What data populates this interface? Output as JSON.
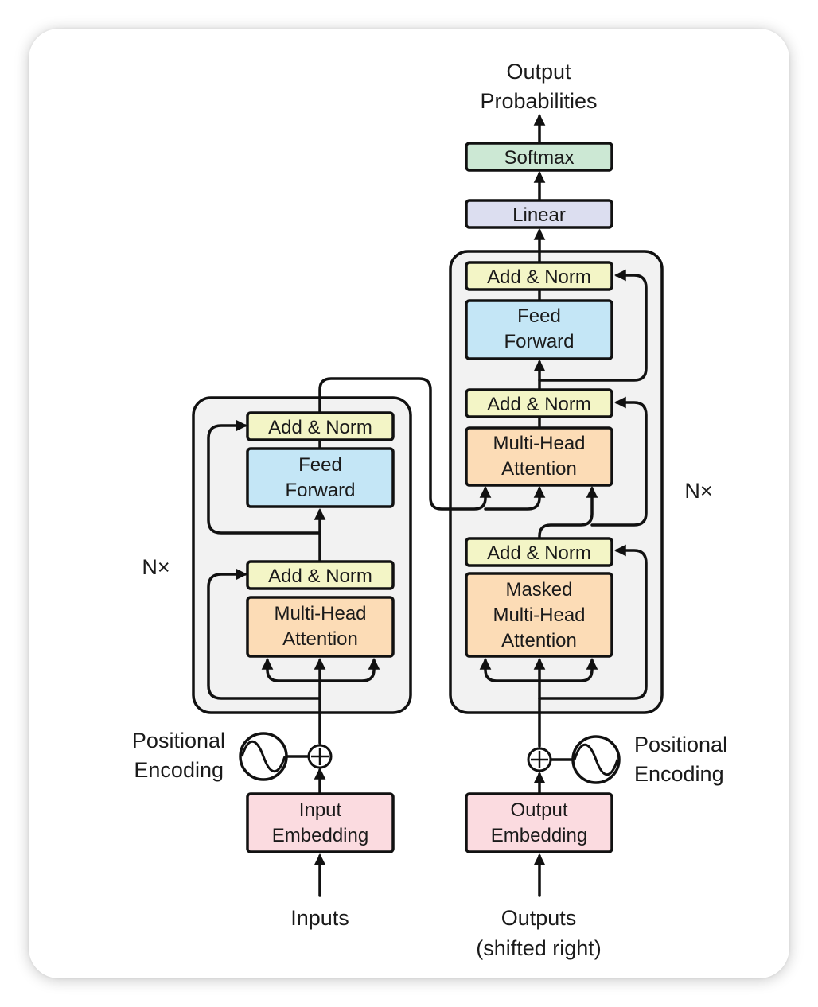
{
  "colors": {
    "add_norm": "#f3f5c6",
    "feed_forward": "#c4e6f6",
    "attention": "#fcdcb6",
    "embedding": "#fbdbe0",
    "linear": "#dcdef0",
    "softmax": "#cce8d4",
    "stack_bg": "#f2f2f2",
    "stroke": "#111111"
  },
  "labels": {
    "output_prob_line1": "Output",
    "output_prob_line2": "Probabilities",
    "softmax": "Softmax",
    "linear": "Linear",
    "encoder_nx": "N×",
    "decoder_nx": "N×",
    "inputs": "Inputs",
    "outputs_line1": "Outputs",
    "outputs_line2": "(shifted right)",
    "enc_pos_line1": "Positional",
    "enc_pos_line2": "Encoding",
    "dec_pos_line1": "Positional",
    "dec_pos_line2": "Encoding"
  },
  "encoder": {
    "add_norm_top": "Add & Norm",
    "feed_forward_line1": "Feed",
    "feed_forward_line2": "Forward",
    "add_norm_bottom": "Add & Norm",
    "mha_line1": "Multi-Head",
    "mha_line2": "Attention",
    "embedding_line1": "Input",
    "embedding_line2": "Embedding"
  },
  "decoder": {
    "add_norm_top": "Add & Norm",
    "feed_forward_line1": "Feed",
    "feed_forward_line2": "Forward",
    "add_norm_mid": "Add & Norm",
    "mha_line1": "Multi-Head",
    "mha_line2": "Attention",
    "add_norm_bottom": "Add & Norm",
    "masked_line1": "Masked",
    "masked_line2": "Multi-Head",
    "masked_line3": "Attention",
    "embedding_line1": "Output",
    "embedding_line2": "Embedding"
  }
}
